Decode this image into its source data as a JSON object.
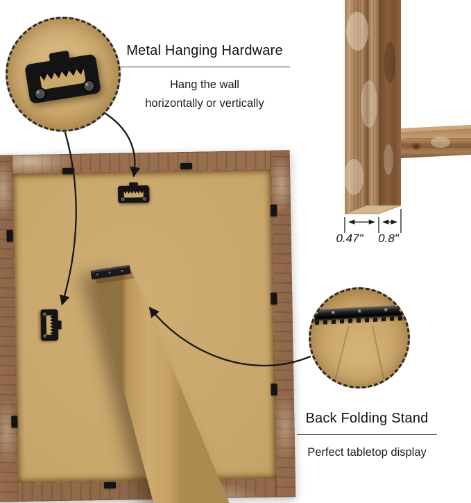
{
  "hardware_callout": {
    "title": "Metal Hanging Hardware",
    "desc_line1": "Hang the wall",
    "desc_line2": "horizontally or vertically"
  },
  "stand_callout": {
    "title": "Back Folding Stand",
    "subtitle": "Perfect tabletop display"
  },
  "dimensions": {
    "frame_depth": "0.47\"",
    "frame_width": "0.8\""
  },
  "icons": {
    "hanger": "sawtooth-hanger-icon",
    "hinge": "stand-hinge-icon",
    "arrows": "annotation-arrow"
  },
  "colors": {
    "background": "#ffffff",
    "wood": "#8b6347",
    "board": "#c8a569",
    "hardware": "#141414",
    "text": "#111111"
  }
}
